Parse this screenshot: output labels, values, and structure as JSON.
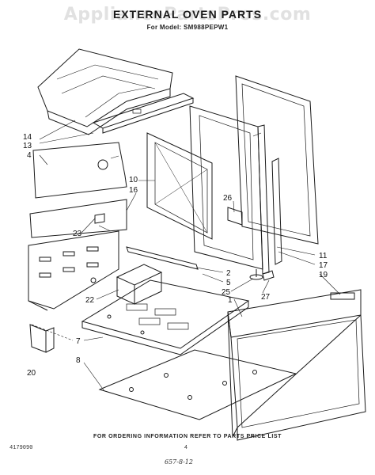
{
  "watermark": "AppliancePartsPros.com",
  "title": "EXTERNAL OVEN PARTS",
  "subtitle": "For Model: SM988PEPW1",
  "footer_note": "FOR ORDERING INFORMATION REFER TO PARTS PRICE LIST",
  "doc_number": "4179090",
  "page_number": "4",
  "handwritten_note": "657-8-12",
  "callouts": {
    "c14": "14",
    "c13": "13",
    "c4": "4",
    "c10": "10",
    "c16": "16",
    "c26": "26",
    "c23": "23",
    "c11": "11",
    "c17": "17",
    "c19": "19",
    "c2": "2",
    "c5": "5",
    "c25": "25",
    "c27": "27",
    "c22": "22",
    "c1": "1",
    "c7": "7",
    "c8": "8",
    "c20": "20"
  }
}
